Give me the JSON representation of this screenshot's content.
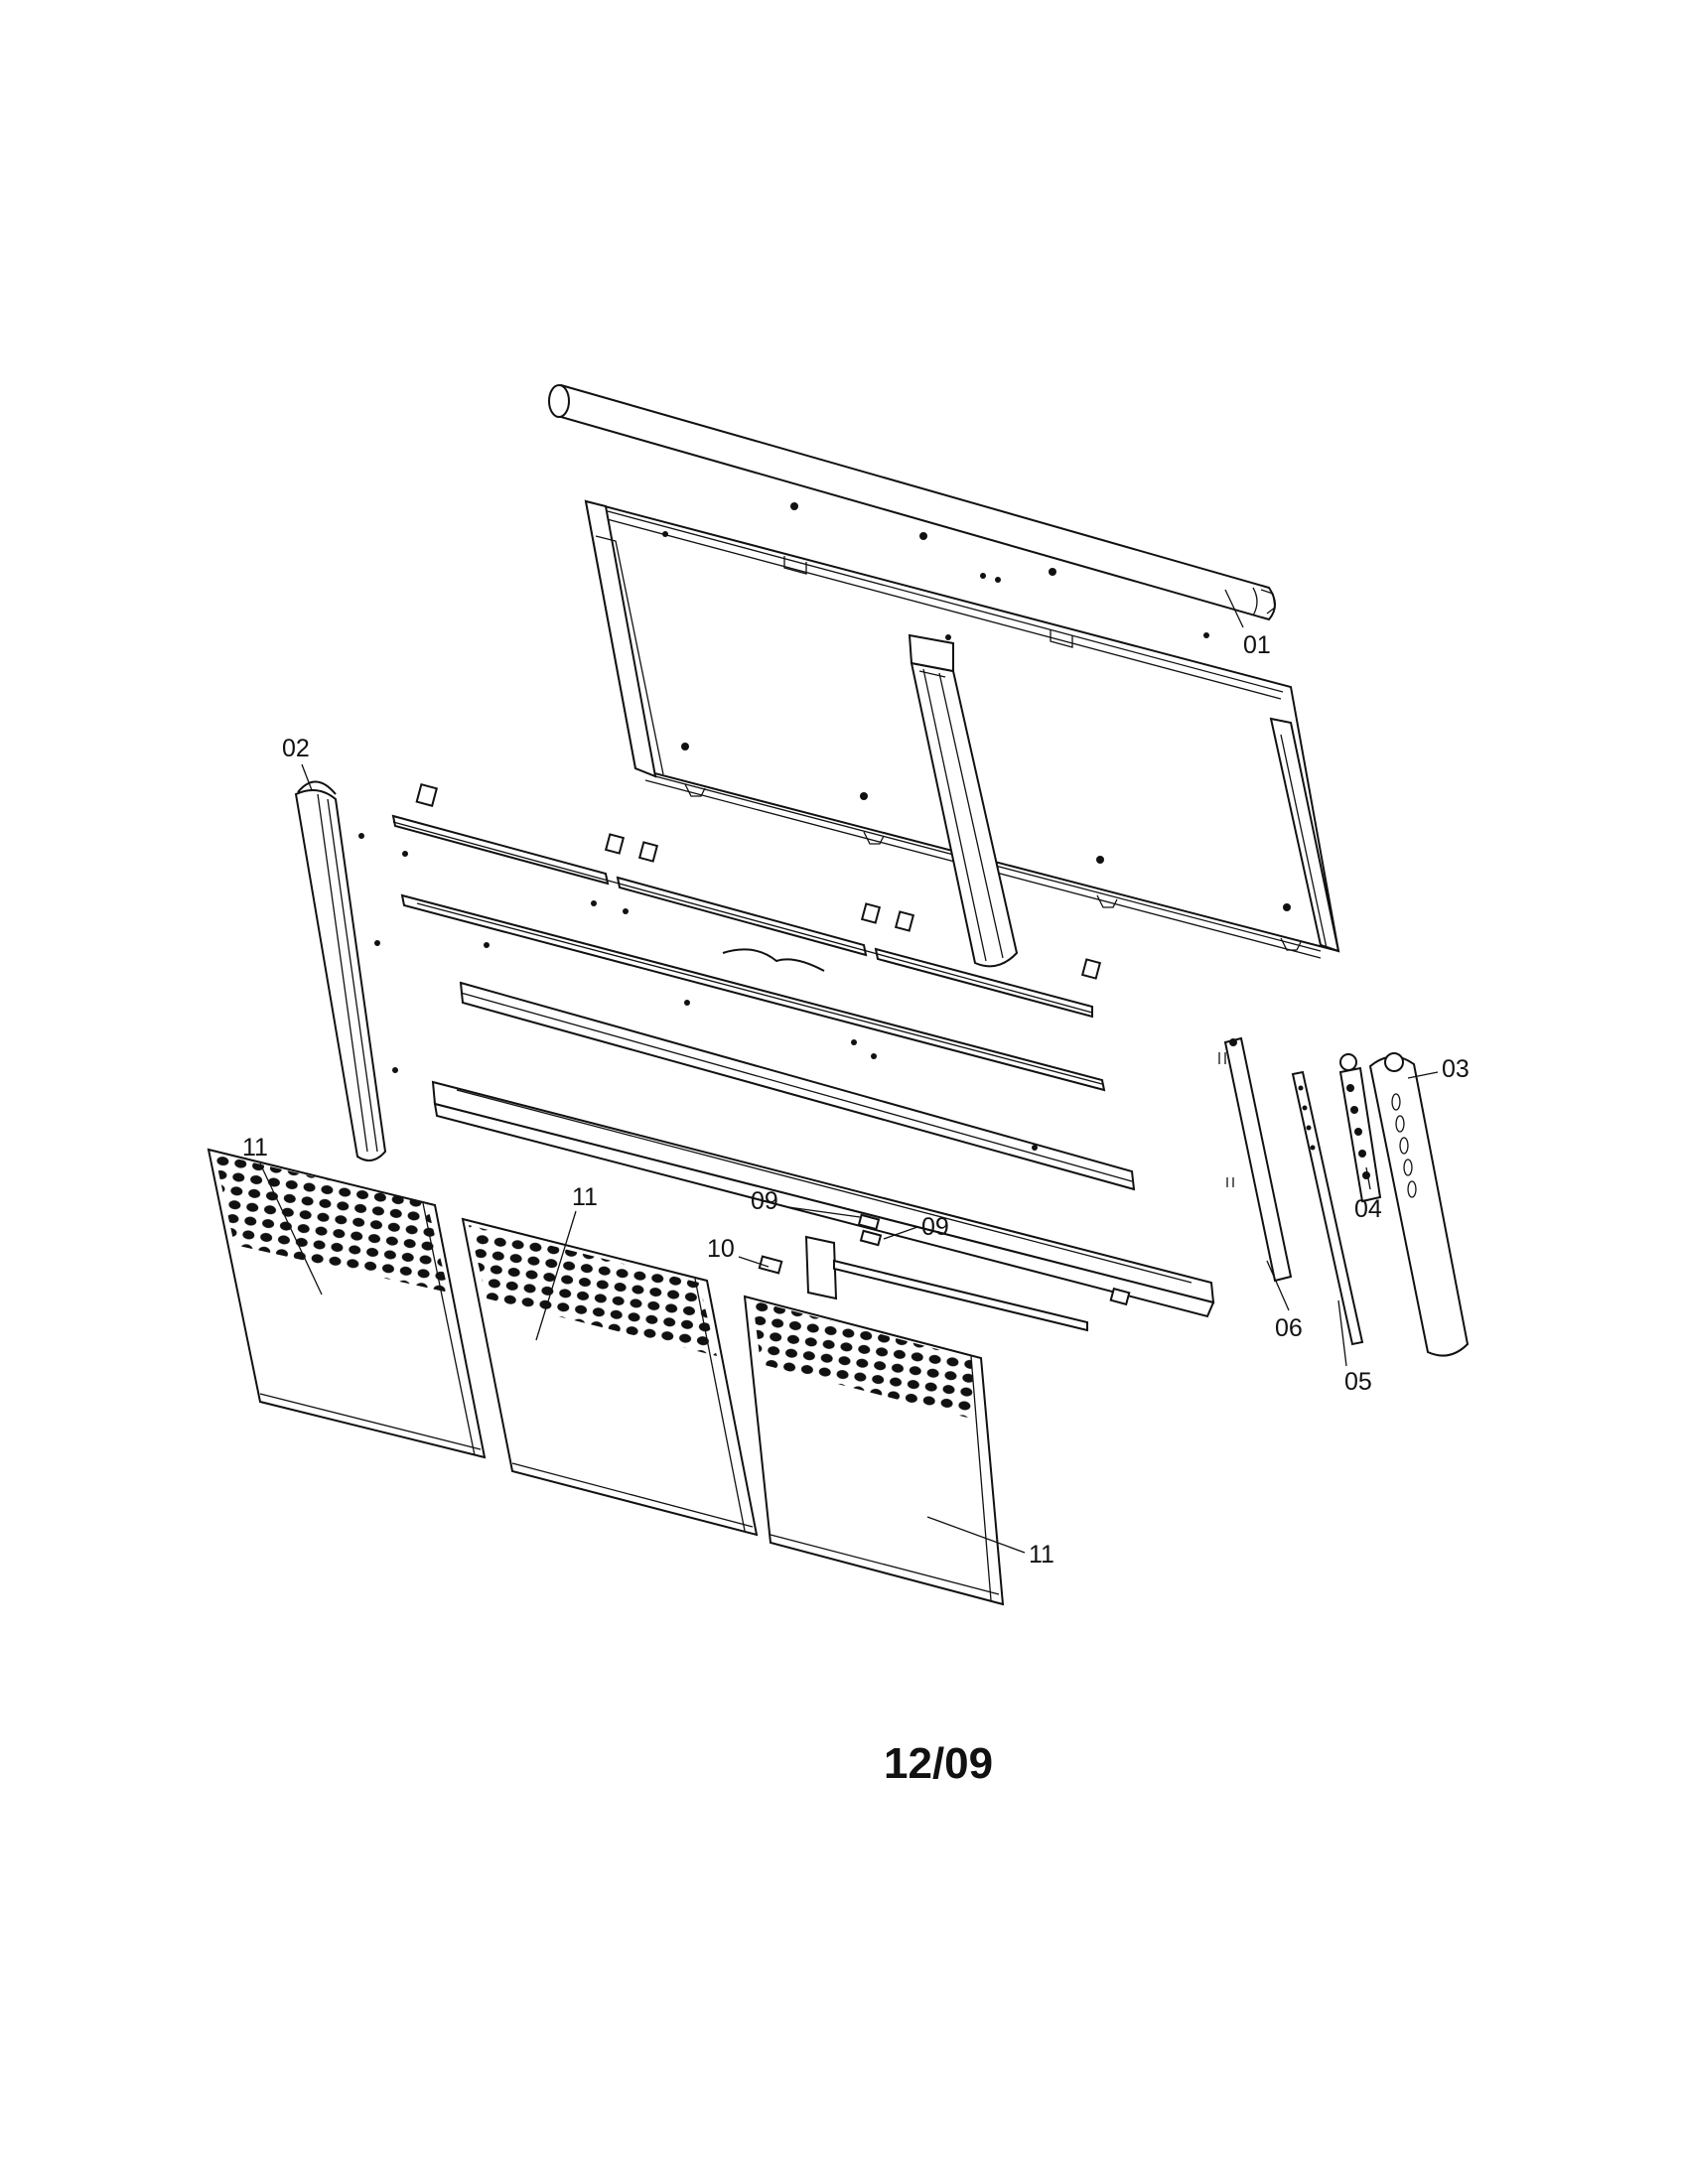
{
  "callouts": {
    "c01": "01",
    "c02": "02",
    "c03": "03",
    "c04": "04",
    "c05": "05",
    "c06": "06",
    "c09a": "09",
    "c09b": "09",
    "c10": "10",
    "c11a": "11",
    "c11b": "11",
    "c11c": "11"
  },
  "page_label": "12/09"
}
